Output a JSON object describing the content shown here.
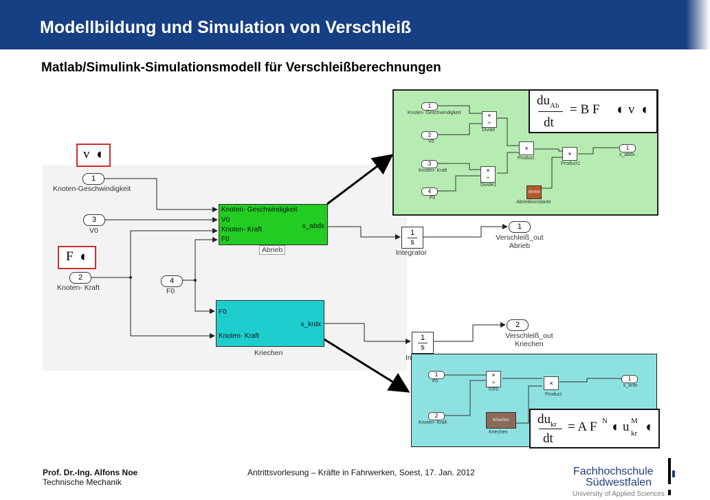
{
  "header": {
    "title": "Modellbildung und Simulation von Verschleiß",
    "subtitle": "Matlab/Simulink-Simulationsmodell für Verschleißberechnungen"
  },
  "main_model": {
    "inport1": {
      "number": "1",
      "label": "Knoten-Geschwindigkeit"
    },
    "inport3": {
      "number": "3",
      "label": "V0"
    },
    "inport2": {
      "number": "2",
      "label": "Knoten- Kraft"
    },
    "inport4": {
      "number": "4",
      "label": "F0"
    },
    "input_velocity_box": "v",
    "input_force_box": "F",
    "abrieb_block": {
      "in1": "Knoten- Geschwindigkeit",
      "in2": "V0",
      "in3": "Knoten- Kraft",
      "in4": "F0",
      "out": "s_abdx",
      "name": "Abrieb"
    },
    "kriechen_block": {
      "in1": "F0",
      "in2": "Knoten- Kraft",
      "out": "s_krdx",
      "name": "Kriechen"
    },
    "integrator1": {
      "num": "1",
      "den": "s",
      "name": "Integrator"
    },
    "integrator2": {
      "num": "1",
      "den": "s",
      "name": "In"
    },
    "outport1": {
      "number": "1",
      "label1": "Verschleiß_out",
      "label2": "Abrieb"
    },
    "outport2": {
      "number": "2",
      "label1": "Verschleiß_out",
      "label2": "Kriechen"
    }
  },
  "abrieb_sub": {
    "in1": {
      "number": "1",
      "label": "Knoten- Geschwindigkeit"
    },
    "in2": {
      "number": "2",
      "label": "V0"
    },
    "in3": {
      "number": "3",
      "label": "Knoten- Kraft"
    },
    "in4": {
      "number": "4",
      "label": "F0"
    },
    "divide": "Divide",
    "divide1": "Divide1",
    "product": "Product",
    "product1": "Product1",
    "constant": "Abriebkonstante",
    "constant_inner": "Abrieb",
    "out1": {
      "number": "1",
      "label": "s_abdx"
    },
    "colors": {
      "background": "#b6ecb2",
      "constant": "#b35a2a"
    }
  },
  "kriechen_sub": {
    "in1": {
      "number": "1",
      "label": "F0"
    },
    "in2": {
      "number": "2",
      "label": "Knoten- Kraft"
    },
    "divide": "F/F0",
    "product": "Product",
    "constant": "Kriechen",
    "constant_inner": "Kriechen",
    "out1": {
      "number": "1",
      "label": "s_krdx"
    },
    "colors": {
      "background": "#8ee1e1",
      "constant": "#8c6a5a"
    }
  },
  "formula_abrieb": {
    "num": "du",
    "num_sub": "Ab",
    "den": "dt",
    "rhs": "= B F",
    "arg": "v"
  },
  "formula_kriechen": {
    "num": "du",
    "num_sub": "kr",
    "den": "dt",
    "rhs": "= A F",
    "sup": "N",
    "arg": "u",
    "arg_sub": "kr",
    "arg_sup": "M"
  },
  "footer": {
    "author": "Prof. Dr.-Ing. Alfons Noe",
    "department": "Technische Mechanik",
    "talk": "Antrittsvorlesung – Kräfte in Fahrwerken,  Soest, 17. Jan. 2012",
    "logo_line1": "Fachhochschule",
    "logo_line2": "Südwestfalen",
    "logo_line3": "University of Applied Sciences"
  },
  "colors": {
    "header": "#173f83",
    "abrieb_block": "#22cc22",
    "kriechen_block": "#1ecece",
    "input_box_border": "#cc2e2e"
  }
}
